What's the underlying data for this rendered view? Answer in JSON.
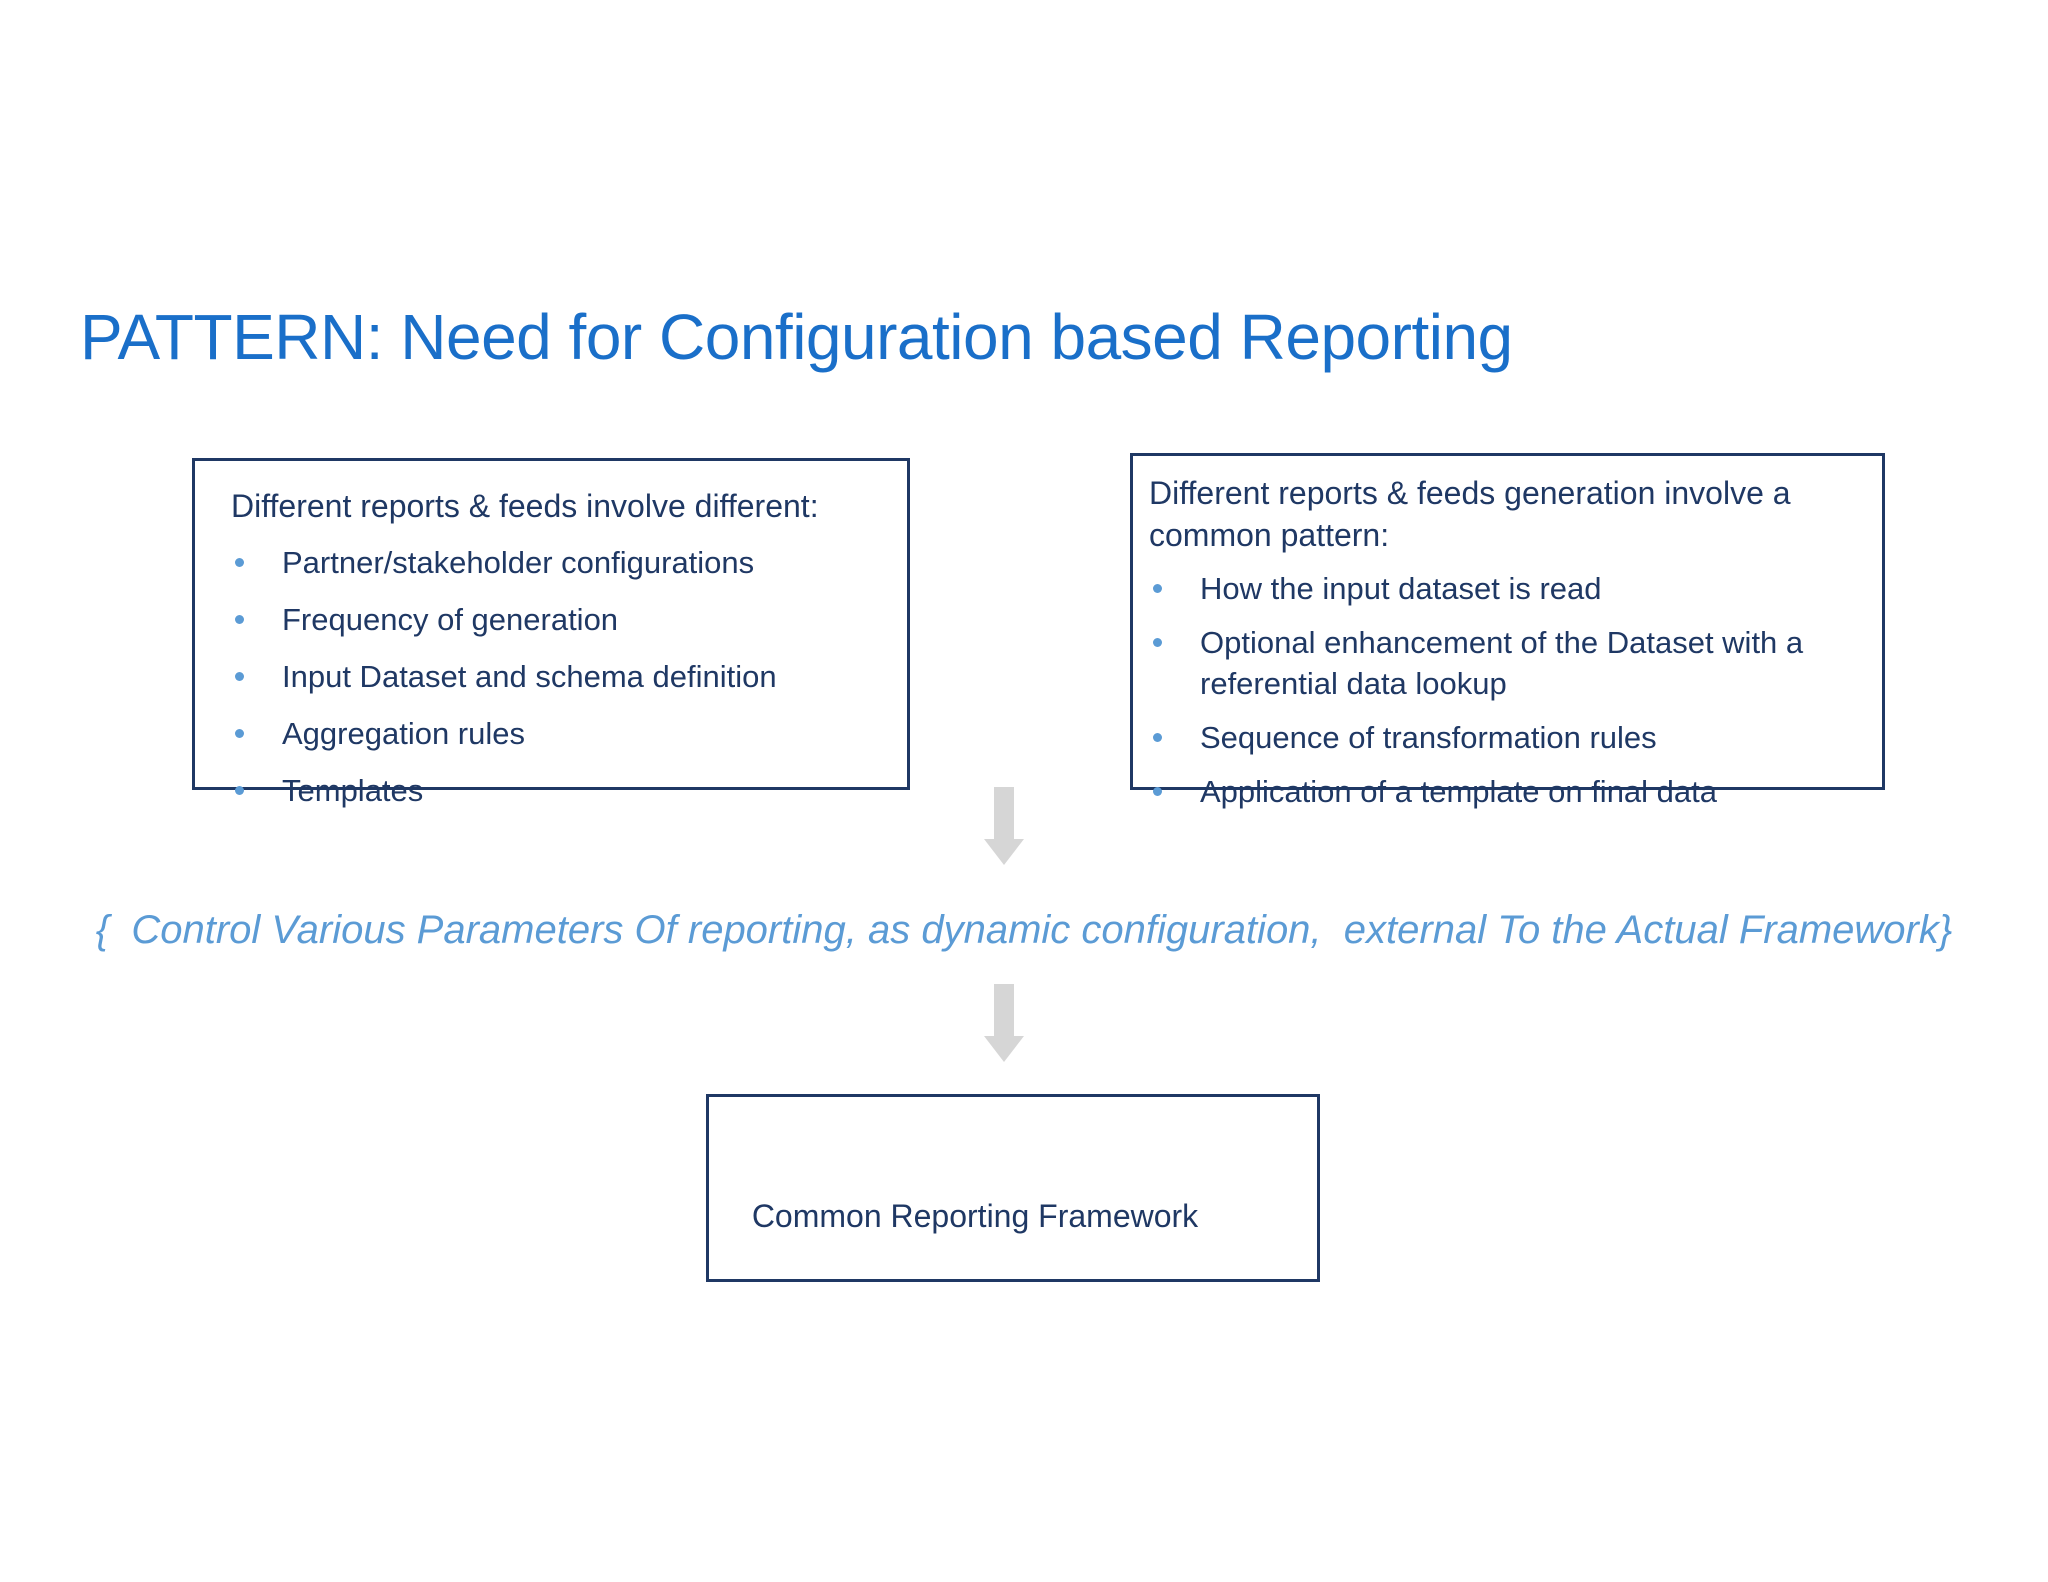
{
  "colors": {
    "title_blue": "#1A6FC9",
    "body_navy": "#1F3864",
    "accent_light_blue": "#5B9BD5",
    "arrow_gray": "#D6D6D6",
    "background": "#FFFFFF"
  },
  "title": "PATTERN: Need for Configuration based Reporting",
  "left_box": {
    "heading": "Different reports & feeds involve different:",
    "bullets": [
      "Partner/stakeholder configurations",
      "Frequency of generation",
      "Input Dataset and schema definition",
      "Aggregation rules",
      "Templates"
    ]
  },
  "right_box": {
    "heading": "Different reports & feeds generation involve a common pattern:",
    "bullets": [
      "How the input dataset is read",
      "Optional enhancement of the Dataset with a referential data lookup",
      "Sequence of transformation rules",
      "Application of a template on final data"
    ]
  },
  "annotation": "{  Control Various Parameters Of reporting, as dynamic configuration,  external To the Actual Framework}",
  "framework_box": {
    "label": "Common Reporting Framework"
  },
  "icons": {
    "flow_arrow": "down-arrow"
  }
}
